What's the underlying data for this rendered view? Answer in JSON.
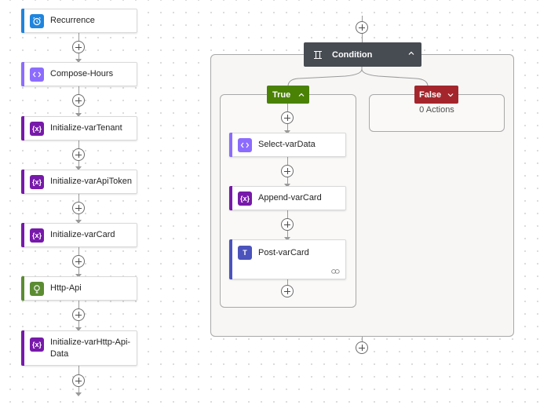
{
  "left_flow": {
    "actions": [
      {
        "label": "Recurrence",
        "icon": "alarm-clock-icon",
        "accent": "#1f85de"
      },
      {
        "label": "Compose-Hours",
        "icon": "compose-code-icon",
        "accent": "#8c6cff"
      },
      {
        "label": "Initialize-varTenant",
        "icon": "variable-icon",
        "accent": "#7719aa"
      },
      {
        "label": "Initialize-varApiToken",
        "icon": "variable-icon",
        "accent": "#7719aa"
      },
      {
        "label": "Initialize-varCard",
        "icon": "variable-icon",
        "accent": "#7719aa"
      },
      {
        "label": "Http-Api",
        "icon": "globe-http-icon",
        "accent": "#5b8c32"
      },
      {
        "label": "Initialize-varHttp-Api-Data",
        "icon": "variable-icon",
        "accent": "#7719aa"
      }
    ]
  },
  "condition": {
    "label": "Condition",
    "icon": "condition-icon",
    "header_color": "#474b52",
    "true_branch": {
      "label": "True",
      "color": "#498205",
      "actions": [
        {
          "label": "Select-varData",
          "icon": "select-data-icon",
          "accent": "#8c6cff"
        },
        {
          "label": "Append-varCard",
          "icon": "variable-icon",
          "accent": "#7719aa"
        },
        {
          "label": "Post-varCard",
          "icon": "teams-icon",
          "accent": "#4b53bc"
        }
      ]
    },
    "false_branch": {
      "label": "False",
      "color": "#a4262c",
      "empty_text": "0 Actions"
    }
  }
}
